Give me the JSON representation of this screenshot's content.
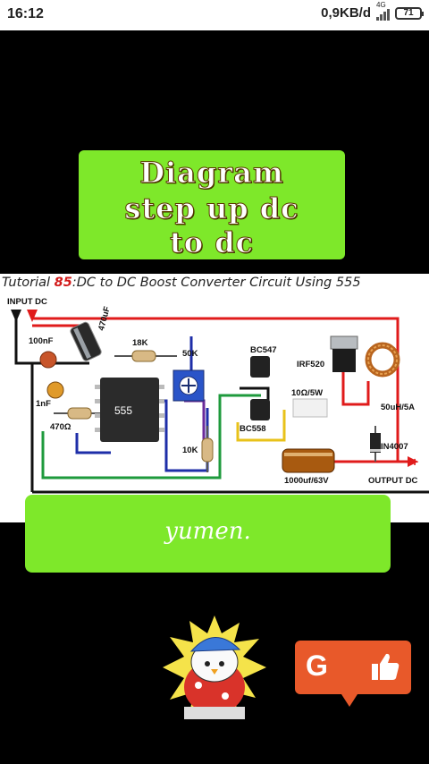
{
  "status": {
    "time": "16:12",
    "net_speed": "0,9KB/d",
    "network_type": "4G",
    "battery": "71",
    "icons": [
      "signal-icon",
      "battery-icon"
    ]
  },
  "title_card": {
    "lines": [
      "Diagram",
      "step up dc",
      "to dc"
    ],
    "color": "#7ee82a"
  },
  "diagram": {
    "title_prefix": "Tutorial ",
    "title_number": "85",
    "title_rest": ":DC to DC Boost Converter Circuit Using 555",
    "labels": {
      "input_dc": "INPUT DC",
      "cap_100nf": "100nF",
      "cap_470uf": "470uF",
      "res_18k": "18K",
      "pot_50k": "50K",
      "bc547": "BC547",
      "irf520": "IRF520",
      "cap_1nf": "1nF",
      "ic_555": "555",
      "res_10ohm": "10Ω/5W",
      "inductor": "50uH/5A",
      "res_470": "470Ω",
      "bc558": "BC558",
      "diode": "IN4007",
      "res_10k": "10K",
      "cap_1000uf": "1000uf/63V",
      "output_dc": "OUTPUT DC",
      "plus": "+"
    }
  },
  "watermark": {
    "text": "yumen.",
    "color": "#7ee82a"
  },
  "like_button": {
    "letter": "G",
    "color": "#e8592a",
    "icon": "thumbs-up-icon"
  }
}
